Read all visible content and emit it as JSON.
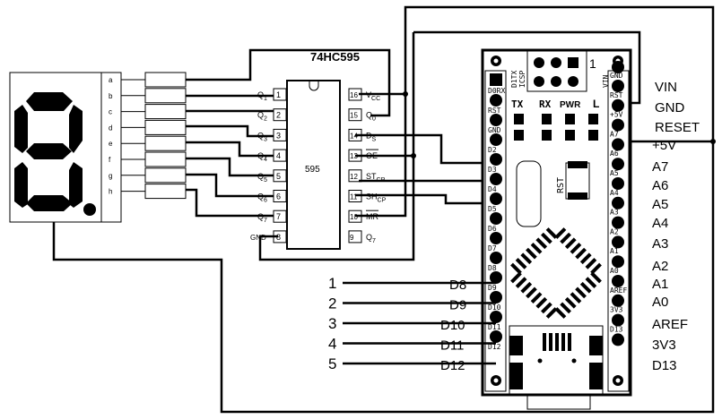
{
  "display": {
    "segment_labels": [
      "a",
      "b",
      "c",
      "d",
      "e",
      "f",
      "g",
      "h"
    ]
  },
  "chip": {
    "title": "74HC595",
    "body_label": "595",
    "left_pins": [
      {
        "num": "1",
        "name": "Q1"
      },
      {
        "num": "2",
        "name": "Q2"
      },
      {
        "num": "3",
        "name": "Q3"
      },
      {
        "num": "4",
        "name": "Q4"
      },
      {
        "num": "5",
        "name": "Q5"
      },
      {
        "num": "6",
        "name": "Q6"
      },
      {
        "num": "7",
        "name": "Q7"
      },
      {
        "num": "8",
        "name": "GND"
      }
    ],
    "right_pins": [
      {
        "num": "16",
        "name": "VCC"
      },
      {
        "num": "15",
        "name": "Q0"
      },
      {
        "num": "14",
        "name": "DS"
      },
      {
        "num": "13",
        "name": "OE"
      },
      {
        "num": "12",
        "name": "STCP"
      },
      {
        "num": "11",
        "name": "SHCP"
      },
      {
        "num": "10",
        "name": "MR"
      },
      {
        "num": "9",
        "name": "Q7'"
      }
    ]
  },
  "arduino": {
    "icsp_label": "ICSP",
    "icsp_pin1": "1",
    "tx_label": "TX",
    "rx_label": "RX",
    "pwr_label": "PWR",
    "l_label": "L",
    "rst_button_label": "RST",
    "d1tx_label": "D1TX",
    "left_header": [
      "D0RX",
      "RST",
      "GND",
      "D2",
      "D3",
      "D4",
      "D5",
      "D6",
      "D7",
      "D8",
      "D9",
      "D10",
      "D11",
      "D12"
    ],
    "right_header": [
      "VIN",
      "GND",
      "RST",
      "+5V",
      "A7",
      "A6",
      "A5",
      "A4",
      "A3",
      "A2",
      "A1",
      "A0",
      "AREF",
      "3V3",
      "D13"
    ]
  },
  "right_labels": [
    "VIN",
    "GND",
    "RESET",
    "+5V",
    "A7",
    "A6",
    "A5",
    "A4",
    "A3",
    "A2",
    "A1",
    "A0",
    "AREF",
    "3V3",
    "D13"
  ],
  "inputs": [
    {
      "num": "1",
      "pin": "D8"
    },
    {
      "num": "2",
      "pin": "D9"
    },
    {
      "num": "3",
      "pin": "D10"
    },
    {
      "num": "4",
      "pin": "D11"
    },
    {
      "num": "5",
      "pin": "D12"
    }
  ]
}
